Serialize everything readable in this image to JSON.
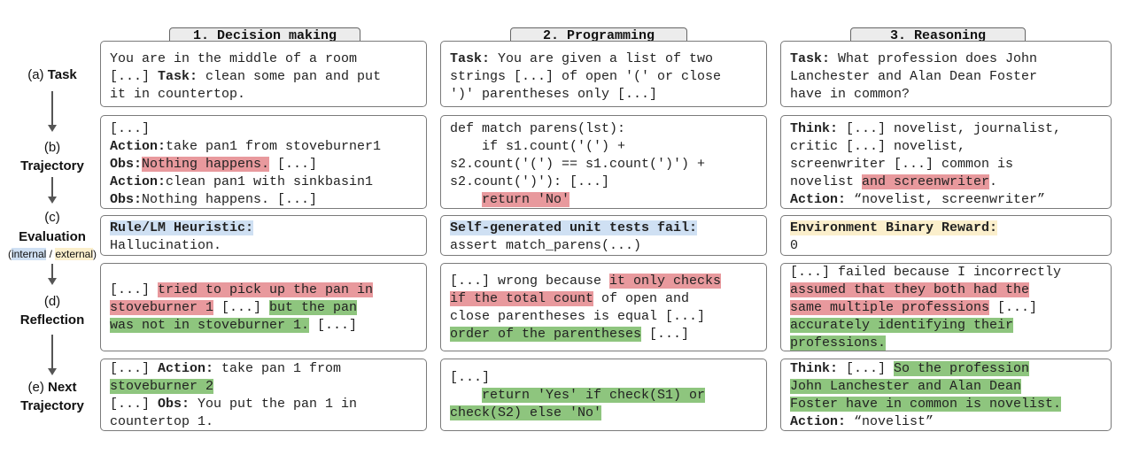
{
  "columns": [
    "1. Decision making",
    "2. Programming",
    "3. Reasoning"
  ],
  "rows": {
    "task": {
      "prefix": "(a) ",
      "label": "Task"
    },
    "trajectory": {
      "prefix": "(b)",
      "label": "Trajectory"
    },
    "evaluation": {
      "prefix": "(c)",
      "label": "Evaluation",
      "internal": "internal",
      "slash": " / ",
      "external": "external",
      "open": "(",
      "close": ")"
    },
    "reflection": {
      "prefix": "(d)",
      "label": "Reflection"
    },
    "next": {
      "prefix": "(e) ",
      "label1": "Next",
      "label2": "Trajectory"
    }
  },
  "cells": {
    "c1_task": {
      "l1": "You are in the middle of a room",
      "l2a": "[...] ",
      "l2b": "Task:",
      "l2c": " clean some pan and put",
      "l3": "it in countertop."
    },
    "c2_task": {
      "l1a": "Task:",
      "l1b": " You are given a list of two",
      "l2": "strings [...] of open '(' or close",
      "l3": "')' parentheses only [...]"
    },
    "c3_task": {
      "l1a": "Task:",
      "l1b": " What profession does John",
      "l2": "Lanchester and Alan Dean Foster",
      "l3": "have in common?"
    },
    "c1_traj": {
      "l1": "[...]",
      "l2a": "Action:",
      "l2b": "take pan1 from stoveburner1",
      "l3a": "Obs:",
      "l3b": "Nothing happens.",
      "l3c": " [...]",
      "l4a": "Action:",
      "l4b": "clean pan1 with sinkbasin1",
      "l5a": "Obs:",
      "l5b": "Nothing happens. [...]"
    },
    "c2_traj": {
      "l1": "def match parens(lst):",
      "l2": "    if s1.count('(') +",
      "l3": "s2.count('(') == s1.count(')') +",
      "l4": "s2.count(')'): [...]",
      "l5a": "    ",
      "l5b": "return 'No'"
    },
    "c3_traj": {
      "l1a": "Think:",
      "l1b": " [...] novelist, journalist,",
      "l2": "critic [...] novelist,",
      "l3": "screenwriter [...] common is",
      "l4a": "novelist ",
      "l4b": "and screenwriter",
      "l4c": ".",
      "l5a": "Action:",
      "l5b": " “novelist, screenwriter”"
    },
    "c1_eval": {
      "title": "Rule/LM Heuristic:",
      "body": "Hallucination."
    },
    "c2_eval": {
      "title": "Self-generated unit tests fail:",
      "body": "assert match_parens(...)"
    },
    "c3_eval": {
      "title": "Environment Binary Reward:",
      "body": "0"
    },
    "c1_refl": {
      "l1a": "[...] ",
      "l1b": "tried to pick up the pan in",
      "l2a": "stoveburner 1",
      "l2b": " [...] ",
      "l2c": "but the pan",
      "l3a": "was not in stoveburner 1.",
      "l3b": " [...]"
    },
    "c2_refl": {
      "l1a": "[...] wrong because ",
      "l1b": "it only checks",
      "l2a": "if the total count",
      "l2b": " of open and",
      "l3": "close parentheses is equal [...]",
      "l4a": "order of the parentheses",
      "l4b": " [...]"
    },
    "c3_refl": {
      "l1": "[...] failed because I incorrectly",
      "l2a": "assumed that they both had the",
      "l3a": "same multiple professions",
      "l3b": " [...]",
      "l4": "accurately identifying their",
      "l5": "professions."
    },
    "c1_next": {
      "l1a": "[...] ",
      "l1b": "Action:",
      "l1c": " take pan 1 from",
      "l2": "stoveburner 2",
      "l3a": "[...] ",
      "l3b": "Obs:",
      "l3c": " You put the pan 1 in",
      "l4": "countertop 1."
    },
    "c2_next": {
      "l1": "[...]",
      "l2a": "    ",
      "l2b": "return 'Yes' if check(S1) or",
      "l3": "check(S2) else 'No'"
    },
    "c3_next": {
      "l1a": "Think:",
      "l1b": " [...] ",
      "l1c": "So the profession",
      "l2": "John Lanchester and Alan Dean",
      "l3": "Foster have in common is novelist.",
      "l4a": "Action:",
      "l4b": " “novelist”"
    }
  }
}
